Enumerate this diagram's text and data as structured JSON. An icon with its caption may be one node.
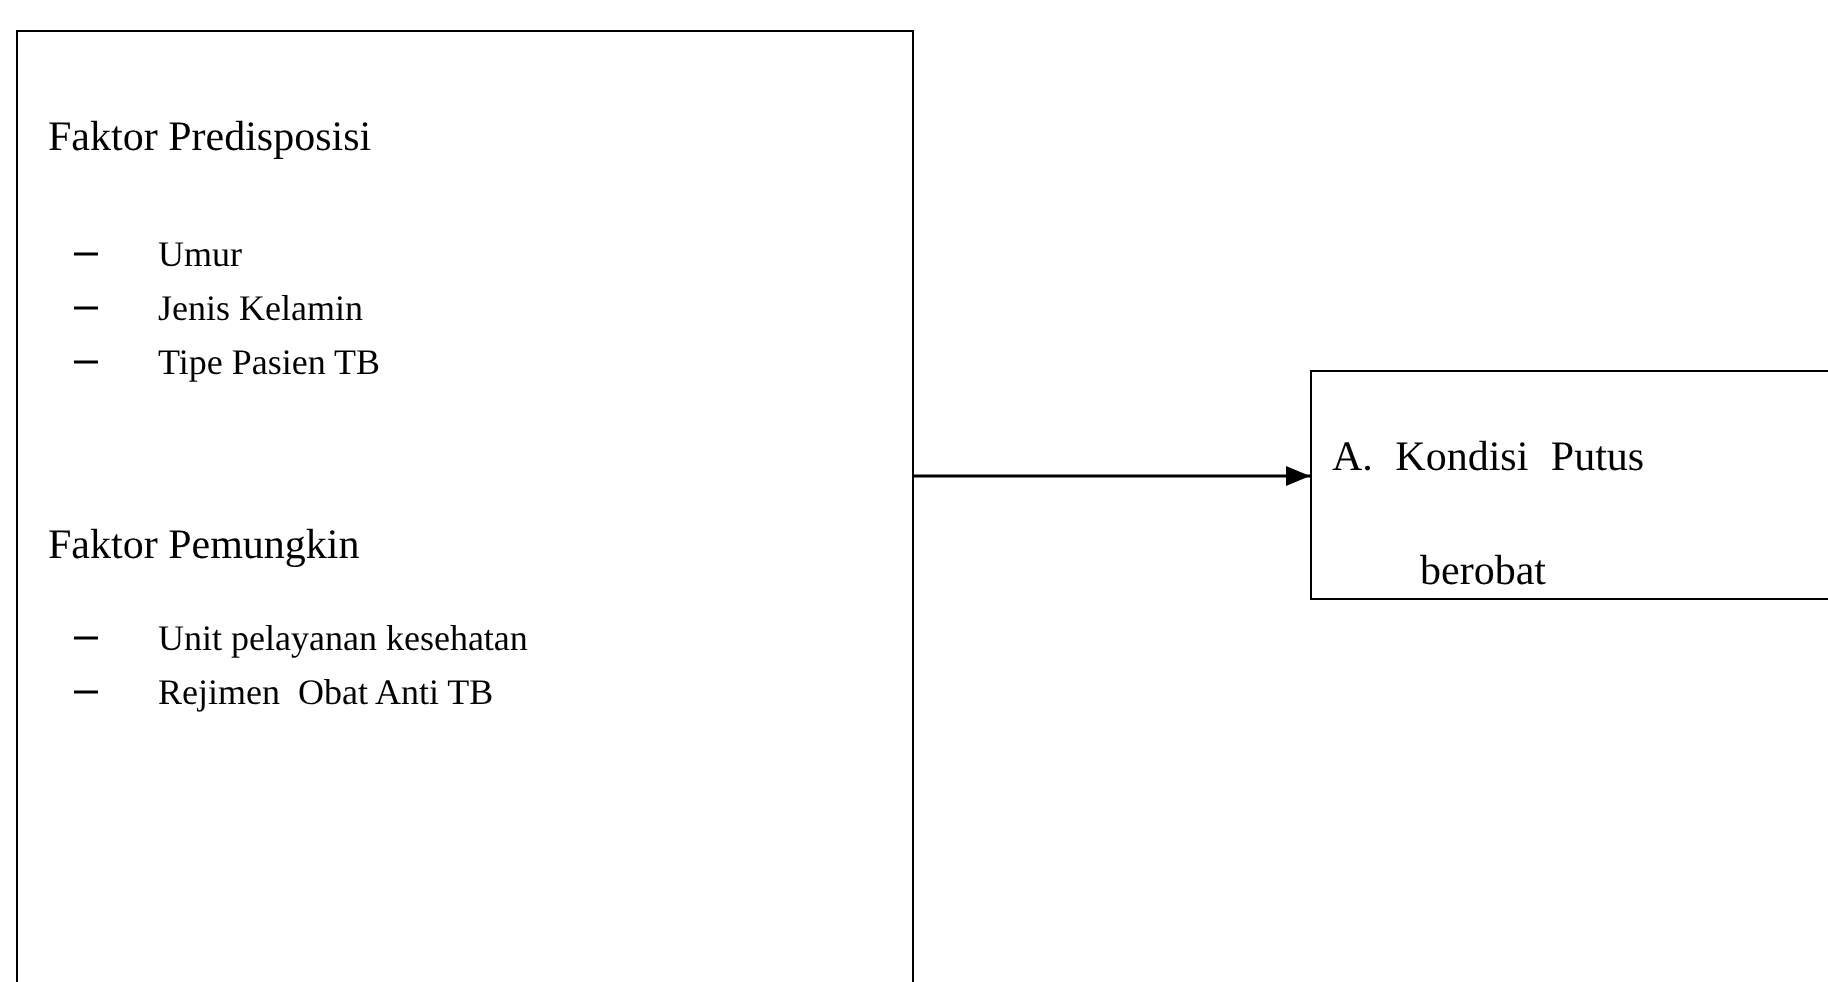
{
  "diagram": {
    "nodes": [
      {
        "text": [
          "Faktor Predisposisi",
          "Umur",
          "Jenis Kelamin",
          "Tipe Pasien TB",
          "Faktor Pemungkin",
          "Unit pelayanan kesehatan",
          "Rejimen  Obat Anti TB"
        ]
      },
      {
        "text": [
          "A. Kondisi Putus berobat"
        ]
      }
    ],
    "edges": [
      {
        "from": 0,
        "to": 1,
        "arrow": "to"
      }
    ]
  }
}
